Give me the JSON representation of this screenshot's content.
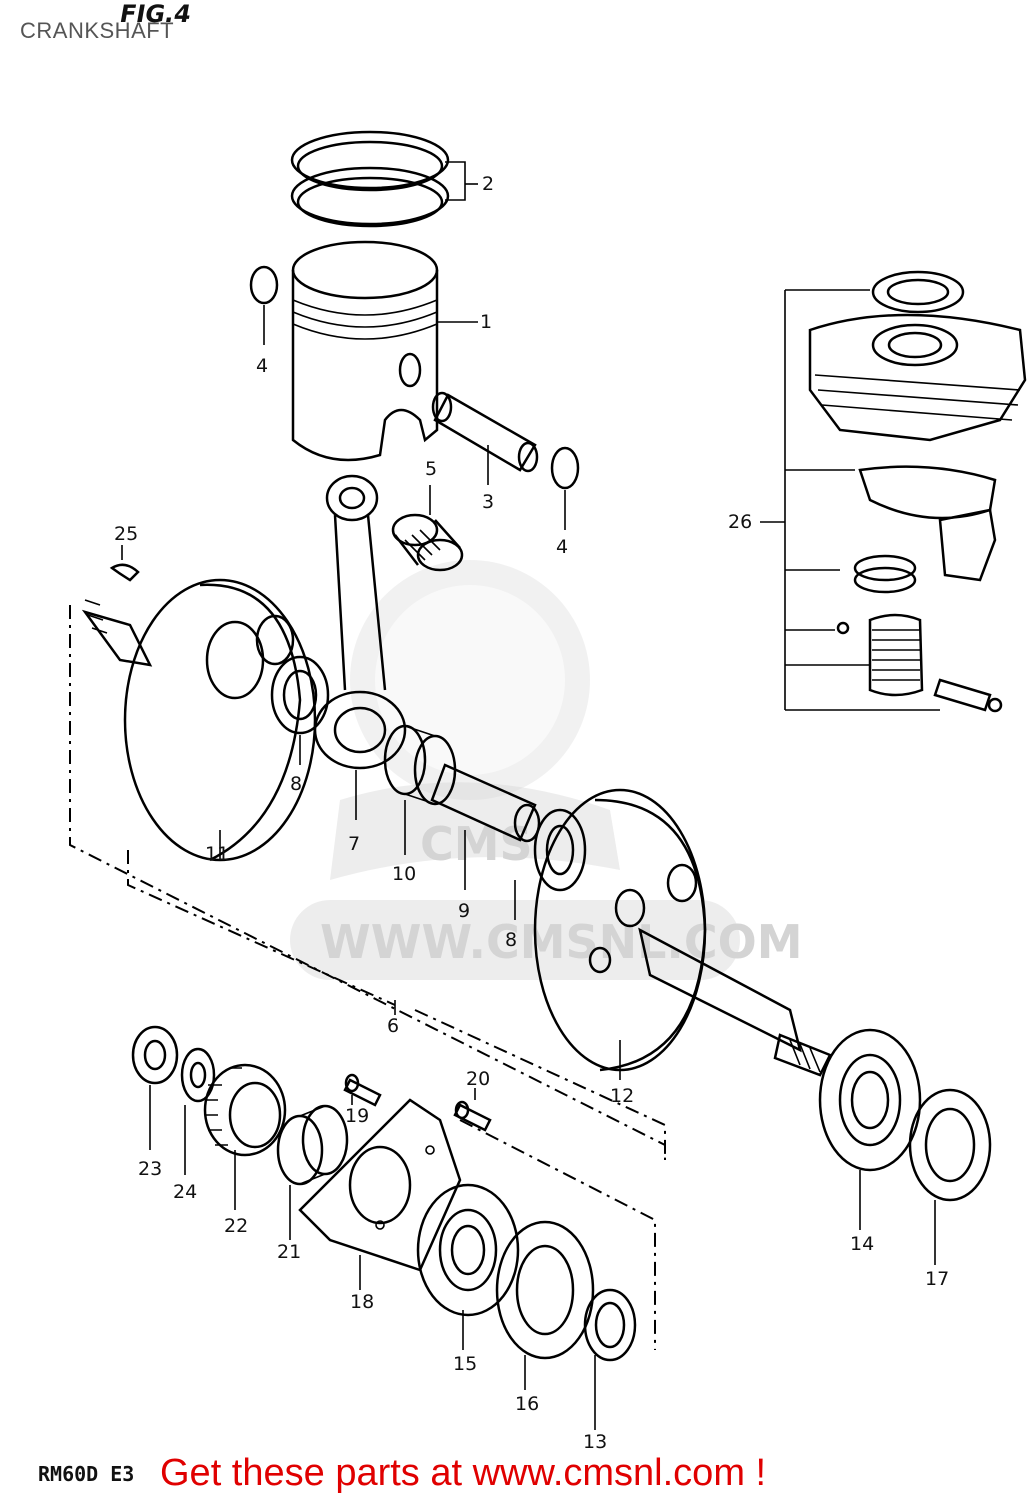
{
  "header": {
    "title": "CRANKSHAFT",
    "figure": "FIG.4"
  },
  "watermark": {
    "url_text": "WWW.CMSNL.COM",
    "logo_text": "CMS"
  },
  "parts": [
    {
      "num": "1",
      "icon": "piston-icon"
    },
    {
      "num": "2",
      "icon": "piston-ring-icon"
    },
    {
      "num": "3",
      "icon": "piston-pin-icon"
    },
    {
      "num": "4",
      "icon": "circlip-icon"
    },
    {
      "num": "4",
      "icon": "circlip-icon"
    },
    {
      "num": "5",
      "icon": "needle-bearing-icon"
    },
    {
      "num": "6",
      "icon": "crankshaft-assembly-icon"
    },
    {
      "num": "7",
      "icon": "connecting-rod-icon"
    },
    {
      "num": "8",
      "icon": "washer-icon"
    },
    {
      "num": "8",
      "icon": "washer-icon"
    },
    {
      "num": "9",
      "icon": "crank-pin-icon"
    },
    {
      "num": "10",
      "icon": "needle-bearing-icon"
    },
    {
      "num": "11",
      "icon": "crank-half-icon"
    },
    {
      "num": "12",
      "icon": "crank-half-icon"
    },
    {
      "num": "13",
      "icon": "oil-seal-icon"
    },
    {
      "num": "14",
      "icon": "ball-bearing-icon"
    },
    {
      "num": "15",
      "icon": "ball-bearing-icon"
    },
    {
      "num": "16",
      "icon": "oil-seal-icon"
    },
    {
      "num": "17",
      "icon": "oil-seal-icon"
    },
    {
      "num": "18",
      "icon": "retainer-plate-icon"
    },
    {
      "num": "19",
      "icon": "screw-icon"
    },
    {
      "num": "20",
      "icon": "screw-icon"
    },
    {
      "num": "21",
      "icon": "spacer-icon"
    },
    {
      "num": "22",
      "icon": "gear-icon"
    },
    {
      "num": "23",
      "icon": "nut-icon"
    },
    {
      "num": "24",
      "icon": "washer-icon"
    },
    {
      "num": "25",
      "icon": "key-icon"
    },
    {
      "num": "26",
      "icon": "cylinder-kit-icon"
    }
  ],
  "footer": {
    "model_code": "RM60D E3",
    "cta": "Get these parts at www.cmsnl.com !"
  }
}
